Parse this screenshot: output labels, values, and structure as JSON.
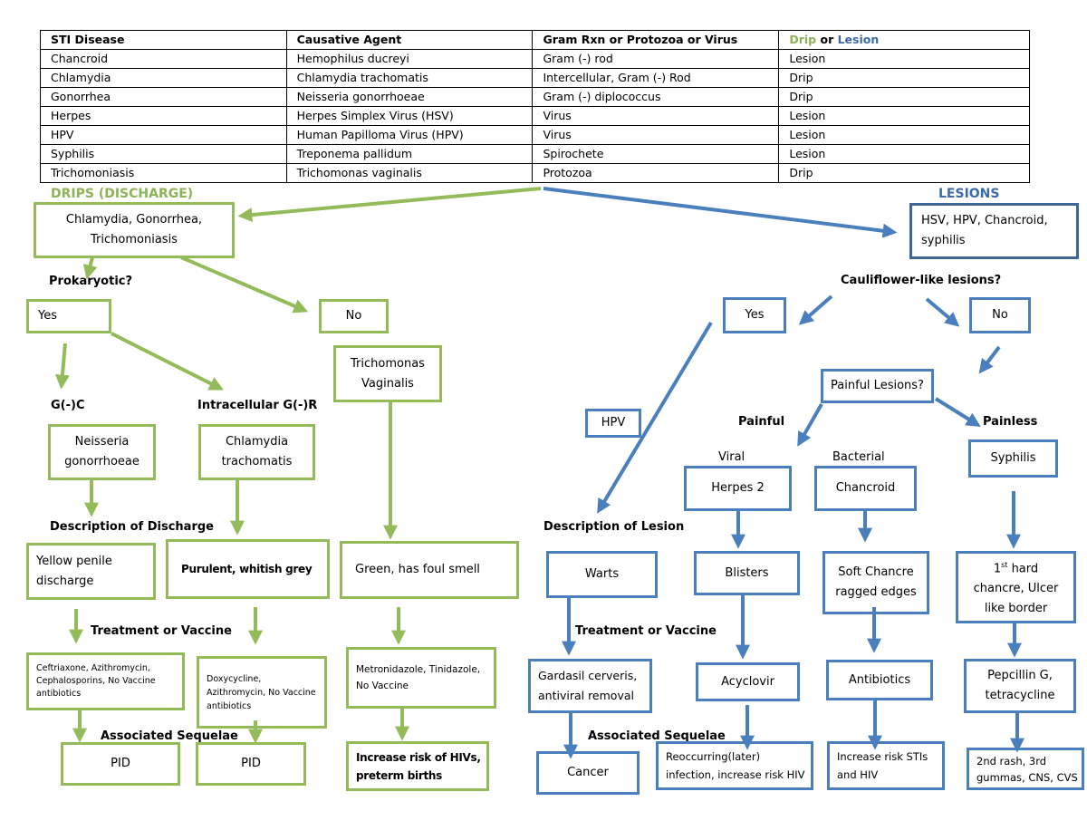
{
  "table": {
    "headers": {
      "disease": "STI Disease",
      "agent": "Causative Agent",
      "gram": "Gram Rxn or Protozoa or Virus",
      "drip": "Drip",
      "or": " or ",
      "lesion": "Lesion"
    },
    "rows": [
      {
        "disease": "Chancroid",
        "agent": "Hemophilus ducreyi",
        "gram": "Gram (-) rod",
        "type": "Lesion"
      },
      {
        "disease": "Chlamydia",
        "agent": "Chlamydia trachomatis",
        "gram": "Intercellular, Gram (-) Rod",
        "type": "Drip"
      },
      {
        "disease": "Gonorrhea",
        "agent": "Neisseria gonorrhoeae",
        "gram": "Gram (-) diplococcus",
        "type": "Drip"
      },
      {
        "disease": "Herpes",
        "agent": "Herpes Simplex Virus (HSV)",
        "gram": "Virus",
        "type": "Lesion"
      },
      {
        "disease": "HPV",
        "agent": "Human Papilloma Virus (HPV)",
        "gram": "Virus",
        "type": "Lesion"
      },
      {
        "disease": "Syphilis",
        "agent": "Treponema pallidum",
        "gram": "Spirochete",
        "type": "Lesion"
      },
      {
        "disease": "Trichomoniasis",
        "agent": "Trichomonas vaginalis",
        "gram": "Protozoa",
        "type": "Drip"
      }
    ]
  },
  "colors": {
    "drip": "#8cb356",
    "lesion": "#3c6aa8",
    "green_box": "#93bb5a",
    "blue_box": "#4a7fbd"
  },
  "drips": {
    "heading": "DRIPS (DISCHARGE)",
    "group": "Chlamydia, Gonorrhea, Trichomoniasis",
    "question": "Prokaryotic?",
    "yes": "Yes",
    "no": "No",
    "gnc_label": "G(-)C",
    "igr_label": "Intracellular G(-)R",
    "neisseria": "Neisseria gonorrhoeae",
    "chlamydia": "Chlamydia trachomatis",
    "trichomonas": "Trichomonas Vaginalis",
    "description_label": "Description of Discharge",
    "desc_gono": "Yellow penile discharge",
    "desc_chlam": "Purulent, whitish grey",
    "desc_trich": "Green, has foul smell",
    "treatment_label": "Treatment or Vaccine",
    "treat_gono": "Ceftriaxone, Azithromycin, Cephalosporins, No Vaccine antibiotics",
    "treat_chlam": "Doxycycline, Azithromycin, No Vaccine antibiotics",
    "treat_trich": "Metronidazole, Tinidazole, No Vaccine",
    "sequelae_label": "Associated Sequelae",
    "seq_gono": "PID",
    "seq_chlam": "PID",
    "seq_trich": "Increase risk of HIVs, preterm births"
  },
  "lesions": {
    "heading": "LESIONS",
    "group": "HSV, HPV, Chancroid, syphilis",
    "question": "Cauliflower-like lesions?",
    "yes": "Yes",
    "no": "No",
    "painful_q": "Painful Lesions?",
    "hpv": "HPV",
    "painful": "Painful",
    "painless": "Painless",
    "viral": "Viral",
    "bacterial": "Bacterial",
    "herpes": "Herpes 2",
    "chancroid": "Chancroid",
    "syphilis": "Syphilis",
    "description_label": "Description of Lesion",
    "desc_hpv": "Warts",
    "desc_herpes": "Blisters",
    "desc_chancroid": "Soft Chancre ragged edges",
    "desc_syph_pre": "1",
    "desc_syph_sup": "st",
    "desc_syph_post": " hard chancre, Ulcer like border",
    "treatment_label": "Treatment or Vaccine",
    "treat_hpv": "Gardasil cerveris, antiviral removal",
    "treat_herpes": "Acyclovir",
    "treat_chancroid": "Antibiotics",
    "treat_syph": "Pepcillin G, tetracycline",
    "sequelae_label": "Associated Sequelae",
    "seq_hpv": "Cancer",
    "seq_herpes": "Reoccurring(later) infection, increase risk HIV",
    "seq_chancroid": "Increase risk STIs and HIV",
    "seq_syph": "2nd rash, 3rd gummas, CNS, CVS"
  }
}
